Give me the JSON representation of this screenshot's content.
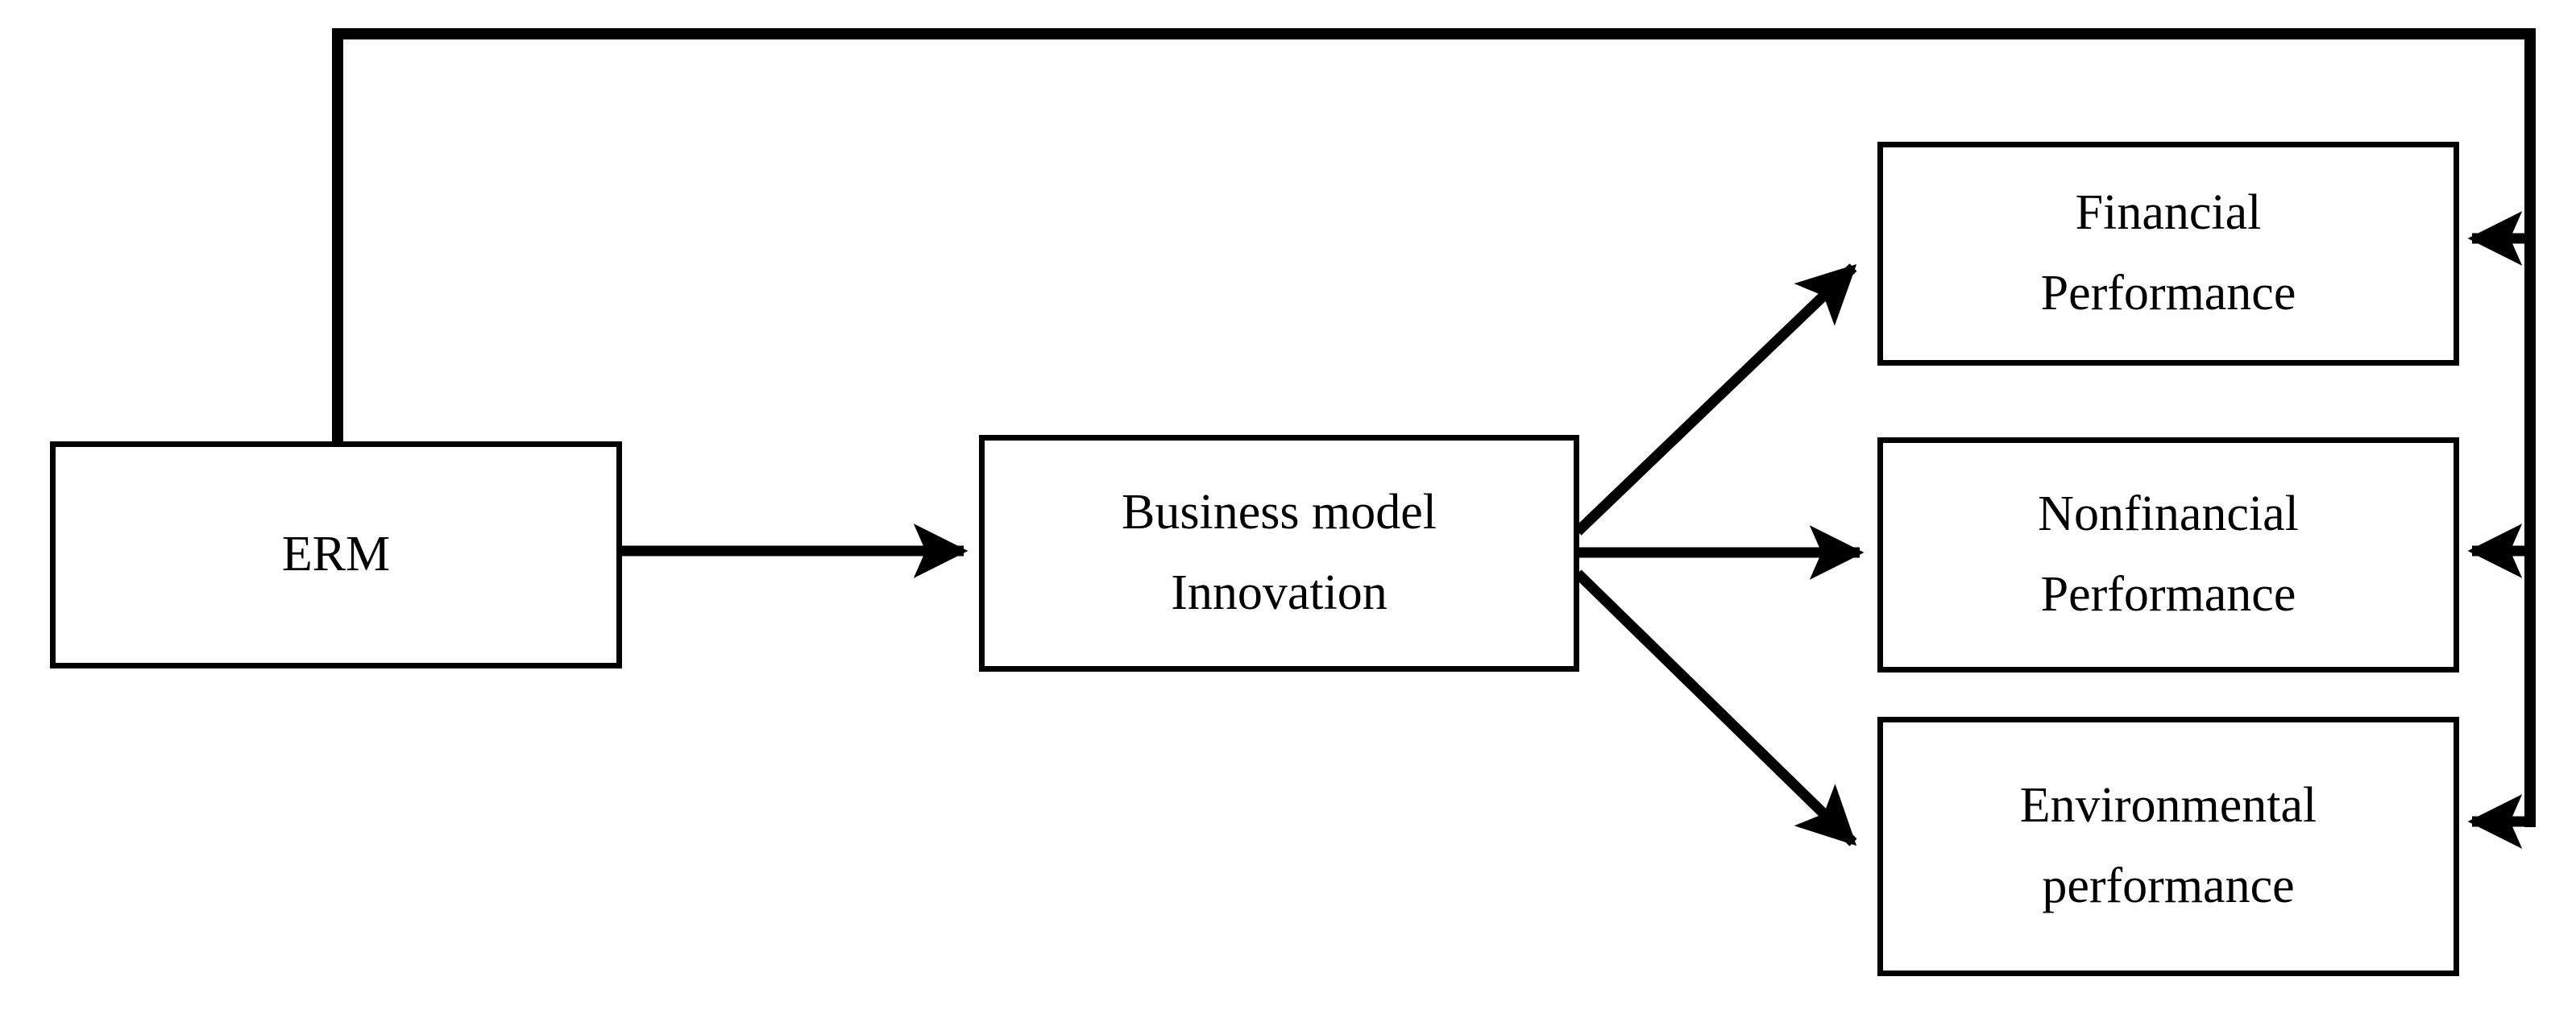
{
  "diagram": {
    "title": "ERM - Business Model Innovation - Performance conceptual framework",
    "background_color": "#ffffff",
    "line_color": "#000000",
    "nodes": [
      {
        "id": "erm",
        "label": "ERM",
        "line1": "ERM",
        "line2": ""
      },
      {
        "id": "business-model-innovation",
        "label": "Business model Innovation",
        "line1": "Business model",
        "line2": "Innovation"
      },
      {
        "id": "financial-performance",
        "label": "Financial Performance",
        "line1": "Financial",
        "line2": "Performance"
      },
      {
        "id": "nonfinancial-performance",
        "label": "Nonfinancial Performance",
        "line1": "Nonfinancial",
        "line2": "Performance"
      },
      {
        "id": "environmental-performance",
        "label": "Environmental performance",
        "line1": "Environmental",
        "line2": "performance"
      }
    ],
    "edges": [
      {
        "id": "erm-to-bmi",
        "from": "erm",
        "to": "business-model-innovation",
        "style": "solid",
        "arrow": "single",
        "shape": "straight-horizontal"
      },
      {
        "id": "bmi-to-financial",
        "from": "business-model-innovation",
        "to": "financial-performance",
        "style": "solid",
        "arrow": "single",
        "shape": "diagonal-up"
      },
      {
        "id": "bmi-to-nonfinancial",
        "from": "business-model-innovation",
        "to": "nonfinancial-performance",
        "style": "solid",
        "arrow": "single",
        "shape": "straight-horizontal"
      },
      {
        "id": "bmi-to-environmental",
        "from": "business-model-innovation",
        "to": "environmental-performance",
        "style": "solid",
        "arrow": "single",
        "shape": "diagonal-down"
      },
      {
        "id": "erm-to-financial-direct",
        "from": "erm",
        "to": "financial-performance",
        "style": "solid",
        "arrow": "single",
        "shape": "orthogonal-over-top"
      },
      {
        "id": "erm-to-nonfinancial-direct",
        "from": "erm",
        "to": "nonfinancial-performance",
        "style": "solid",
        "arrow": "single",
        "shape": "orthogonal-over-top"
      },
      {
        "id": "erm-to-environmental-direct",
        "from": "erm",
        "to": "environmental-performance",
        "style": "solid",
        "arrow": "single",
        "shape": "orthogonal-over-top"
      }
    ]
  }
}
